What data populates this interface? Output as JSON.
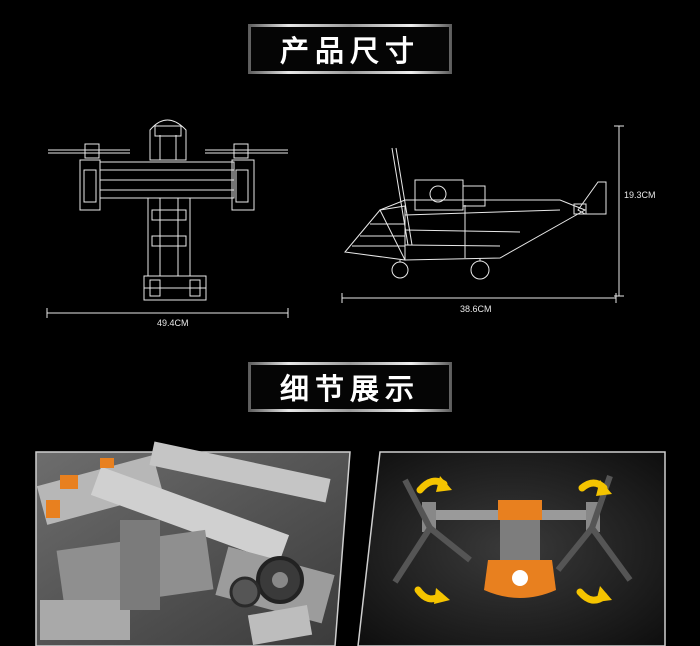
{
  "sections": {
    "size_title": "产品尺寸",
    "detail_title": "细节展示"
  },
  "dimensions": {
    "width": "49.4CM",
    "length": "38.6CM",
    "height": "19.3CM"
  },
  "colors": {
    "background": "#000000",
    "accent_orange": "#e8801f",
    "arrow_yellow": "#f5c400"
  }
}
